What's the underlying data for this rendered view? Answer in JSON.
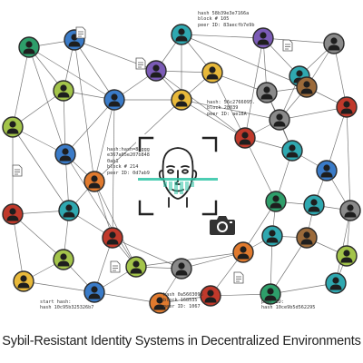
{
  "caption": "Sybil-Resistant Identity Systems in Decentralized Environments",
  "labels": [
    {
      "id": "lbl-top-right",
      "lines": [
        "hash 58b39e3e7166a",
        "block # 105",
        "peer ID: 83aecfb7e9b"
      ]
    },
    {
      "id": "lbl-mid-right",
      "lines": [
        "hash: 56c2766095.",
        "block 28039",
        "peer ID: ae18A"
      ]
    },
    {
      "id": "lbl-left",
      "lines": [
        "hash:hash=8dggg",
        "e367a05e207b848",
        "0ab1",
        "block # 214",
        "peer ID: 0d7ab9"
      ]
    },
    {
      "id": "lbl-bottom-left",
      "lines": [
        "start hash:",
        "hash 10c95b325326b7"
      ]
    },
    {
      "id": "lbl-bottom-mid",
      "lines": [
        "hash 0a5603096",
        "block 168535",
        "peer ID: 1067"
      ]
    },
    {
      "id": "lbl-bottom-right",
      "lines": [
        "peer ID:",
        "hash 10ce9b5d562295"
      ]
    }
  ],
  "colors": {
    "edge": "#4a4a4a",
    "scan": "#2ec4a6",
    "frame": "#222222",
    "node_palette": [
      "#2e9e6a",
      "#3a7bc8",
      "#2fa8b0",
      "#e07a2e",
      "#7b5bb6",
      "#c0392b",
      "#a3c44a",
      "#e8b93a",
      "#8a8a8a",
      "#9b6a3a"
    ]
  },
  "icons": {
    "center": "face-scan-icon",
    "camera": "camera-icon",
    "docs": "document-icon"
  }
}
